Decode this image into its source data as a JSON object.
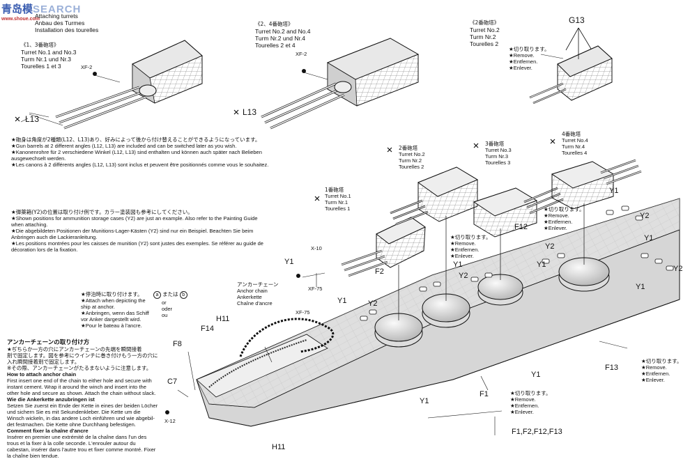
{
  "watermark": {
    "logo_cn": "青岛模",
    "logo_en": "SEARCH",
    "url": "www.shoue.com"
  },
  "header": {
    "line1": "Attaching turrets",
    "line2": "Anbau des Turmes",
    "line3": "Installation des tourelles"
  },
  "turret13": {
    "jp": "《1、3番砲塔》",
    "en": "Turret No.1 and No.3",
    "de": "Turm Nr.1 und Nr.3",
    "fr": "Tourelles 1 et 3"
  },
  "turret24": {
    "jp": "《2、4番砲塔》",
    "en": "Turret No.2 and No.4",
    "de": "Turm Nr.2 und Nr.4",
    "fr": "Tourelles 2 et 4"
  },
  "turret2": {
    "jp": "《2番砲塔》",
    "en": "Turret No.2",
    "de": "Turm Nr.2",
    "fr": "Tourelles 2"
  },
  "remove_note": {
    "jp": "★切り取ります。",
    "en": "★Remove.",
    "de": "★Entfernen.",
    "fr": "★Enlever."
  },
  "note_barrels": {
    "jp": "★砲身は角度が2種類(L12、L13)あり、好みによって後から付け替えることができるようになっています。",
    "en": "★Gun barrels at 2 different angles (L12, L13) are included and can be switched later as you wish.",
    "de1": "★Kanonenrohre für 2 verschiedene Winkel (L12, L13) sind enthalten und können auch später nach Belieben",
    "de2": "ausgewechselt werden.",
    "fr": "★Les canons à 2 différents angles (L12, L13) sont inclus et peuvent être positionnés comme vous le souhaitez."
  },
  "note_ammo": {
    "jp": "★弾薬箱(Y2)の位置は取り付け例です。カラー塗装図も参考にしてください。",
    "en1": "★Shown positions for ammunition storage cases (Y2) are just an example. Also refer to the Painting Guide",
    "en2": "when attaching.",
    "de1": "★Die abgebildeten Positionen der Munitions-Lager-Kästen (Y2) sind nur ein Beispiel. Beachten Sie beim",
    "de2": "Anbringen auch die Lackieranleitung.",
    "fr1": "★Les positions montrées pour les caisses de munition (Y2) sont justes des exemples. Se référer au guide de",
    "fr2": "décoration lors de la fixation."
  },
  "anchor_note": {
    "jp": "★停泊時に取り付けます。",
    "en1": "★Attach when depicting the",
    "en2": "ship at anchor.",
    "de1": "★Anbringen, wenn das Schiff",
    "de2": "vor Anker dargestellt wird.",
    "fr": "★Pour le bateau à l'ancre.",
    "a": "a",
    "b": "b",
    "or_jp": "または",
    "or_en": "or",
    "or_de": "oder",
    "or_fr": "ou"
  },
  "anchor_chain_label": {
    "jp": "アンカーチェーン",
    "en": "Anchor chain",
    "de": "Ankerkette",
    "fr": "Chaîne d'ancre"
  },
  "anchor_instructions": {
    "jp_title": "アンカーチェーンの取り付け方",
    "jp1": "★ぢちらか一方の穴にアンカーチェーンの先端を瞬間接着",
    "jp2": "剤で固定します。図を参考にウインチに巻き付けもう一方の穴に",
    "jp3": "入れ瞬間接着剤で固定します。",
    "jp4": "※その際、アンカーチェーンがたるまないように注意します。",
    "en_title": "How to attach anchor chain",
    "en1": "First insert one end of the chain to either hole and secure with",
    "en2": "instant cement. Wrap it around the winch and insert into the",
    "en3": "other hole and secure as shown. Attach the chain without slack.",
    "de_title": "Wie die Ankerkette anzubringen ist",
    "de1": "Setzen Sie zuerst ein Ende der Kette in eines der beiden Löcher",
    "de2": "und sichern Sie es mit Sekundenkleber. Die Kette um die",
    "de3": "Winsch wickeln, in das andere Loch einführen und wie abgebil-",
    "de4": "det festmachen. Die Kette ohne Durchhang befestigen.",
    "fr_title": "Comment fixer la chaîne d'ancre",
    "fr1": "Insérer en premier une extrémité de la chaîne dans l'un des",
    "fr2": "trous et la fixer à la colle seconde. L'enrouler autour du",
    "fr3": "cabestan, insérer dans l'autre trou et fixer comme montré. Fixer",
    "fr4": "la chaîne bien tendue."
  },
  "turret_tags": {
    "t1": {
      "jp": "1番砲塔",
      "en": "Turret No.1",
      "de": "Turm Nr.1",
      "fr": "Tourelles 1"
    },
    "t2": {
      "jp": "2番砲塔",
      "en": "Turret No.2",
      "de": "Turm Nr.2",
      "fr": "Tourelles 2"
    },
    "t3": {
      "jp": "3番砲塔",
      "en": "Turret No.3",
      "de": "Turm Nr.3",
      "fr": "Tourelles 3"
    },
    "t4": {
      "jp": "4番砲塔",
      "en": "Turret No.4",
      "de": "Turm Nr.4",
      "fr": "Tourelles 4"
    }
  },
  "parts": {
    "xf2": "XF-2",
    "l13": "L13",
    "g13": "G13",
    "x10": "X-10",
    "xf75": "XF-75",
    "y1": "Y1",
    "y2": "Y2",
    "f2": "F2",
    "f12": "F12",
    "f14": "F14",
    "f8": "F8",
    "h11": "H11",
    "c7": "C7",
    "x12": "X-12",
    "f1": "F1",
    "f13": "F13",
    "f_all": "F1,F2,F12,F13"
  },
  "colors": {
    "ink": "#111111",
    "hull": "#c9c9c9",
    "deck": "#dedede",
    "watermark": "#3a5db0"
  }
}
